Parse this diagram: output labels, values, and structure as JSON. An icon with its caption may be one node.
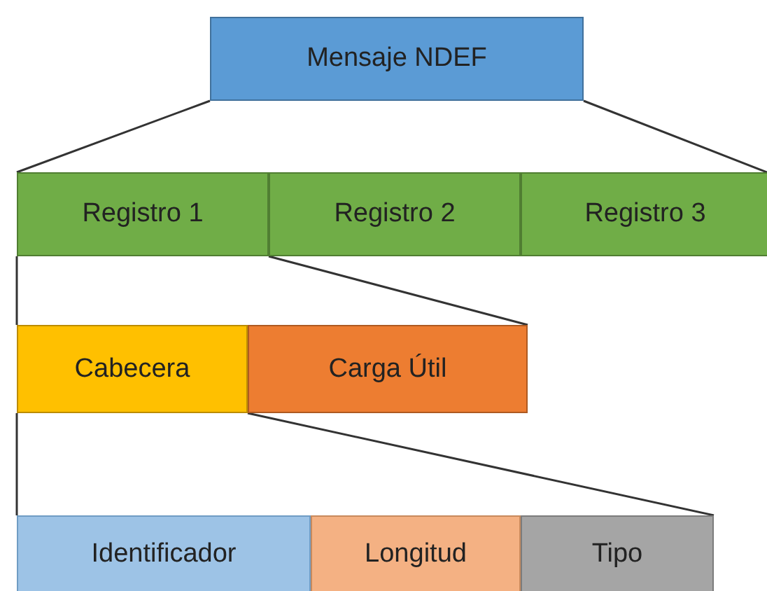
{
  "diagram": {
    "nodes": [
      {
        "text": [
          "Mensaje NDEF"
        ]
      },
      {
        "text": [
          "Registro 1"
        ]
      },
      {
        "text": [
          "Registro 2"
        ]
      },
      {
        "text": [
          "Registro 3"
        ]
      },
      {
        "text": [
          "Cabecera"
        ]
      },
      {
        "text": [
          "Carga Útil"
        ]
      },
      {
        "text": [
          "Identificador"
        ]
      },
      {
        "text": [
          "Longitud"
        ]
      },
      {
        "text": [
          "Tipo"
        ]
      }
    ],
    "edges": [
      {
        "from": 0,
        "to": 1,
        "arrow": "none"
      },
      {
        "from": 0,
        "to": 3,
        "arrow": "none"
      },
      {
        "from": 1,
        "to": 4,
        "arrow": "none"
      },
      {
        "from": 1,
        "to": 5,
        "arrow": "none"
      },
      {
        "from": 4,
        "to": 6,
        "arrow": "none"
      },
      {
        "from": 4,
        "to": 8,
        "arrow": "none"
      }
    ]
  }
}
